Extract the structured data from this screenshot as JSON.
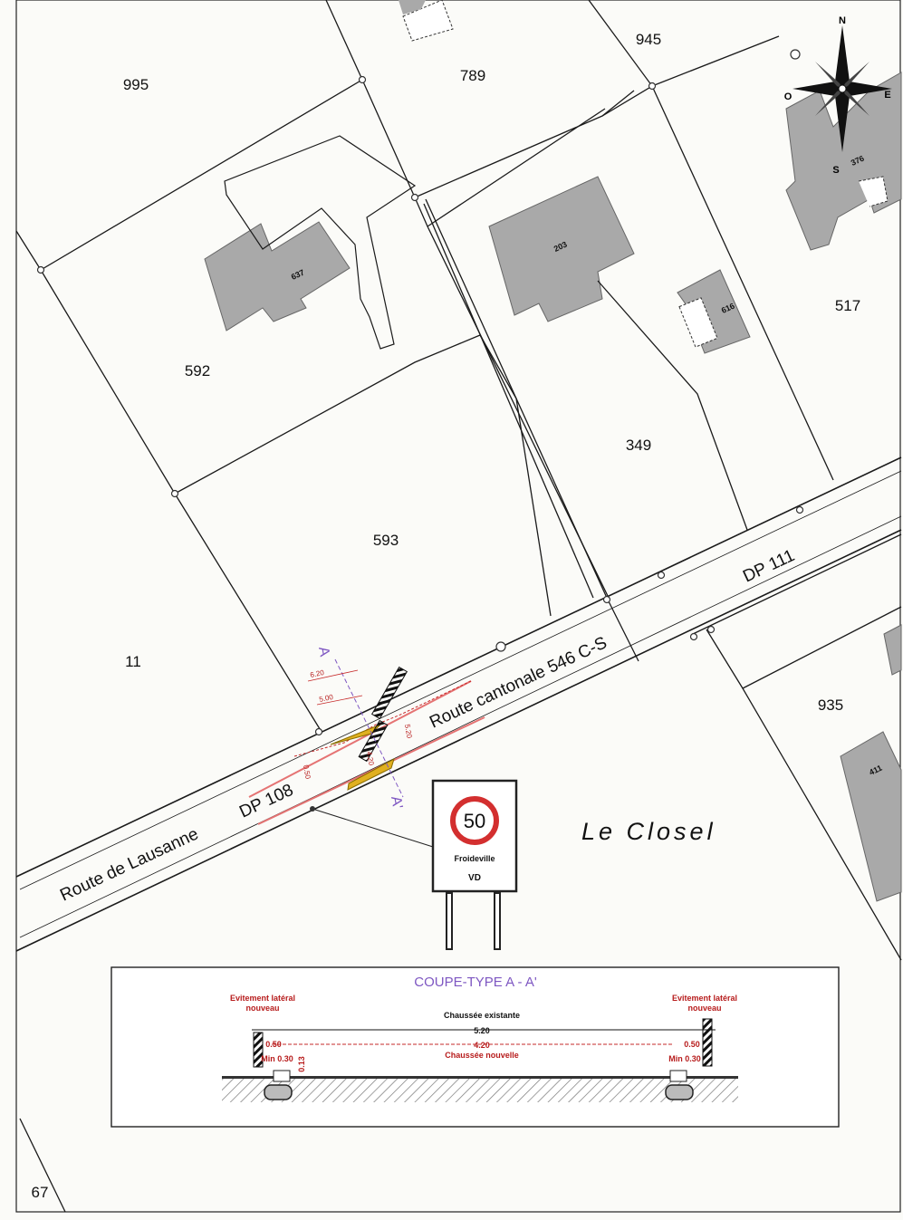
{
  "map": {
    "parcels": {
      "p995": "995",
      "p789": "789",
      "p945": "945",
      "p592": "592",
      "p517": "517",
      "p349": "349",
      "p593": "593",
      "p11": "11",
      "p935": "935",
      "p67": "67"
    },
    "buildings": {
      "b637": "637",
      "b203": "203",
      "b616": "616",
      "b376": "376",
      "b411": "411"
    },
    "roads": {
      "lausanne": "Route de Lausanne",
      "dp108": "DP 108",
      "cantonale": "Route cantonale 546 C-S",
      "dp111": "DP 111"
    },
    "locality": "Le Closel",
    "compass": {
      "n": "N",
      "s": "S",
      "e": "E",
      "o": "O"
    },
    "section_marks": {
      "a": "A",
      "a_prime": "A'"
    },
    "plan_dims": {
      "d620": "6.20",
      "d500": "5.00",
      "d420": "4.20",
      "d520": "5.20",
      "d050": "0.50"
    },
    "sign": {
      "speed": "50",
      "place": "Froideville",
      "canton": "VD"
    }
  },
  "section": {
    "title": "COUPE-TYPE  A - A'",
    "left_label_1": "Evitement latéral",
    "left_label_2": "nouveau",
    "right_label_1": "Evitement latéral",
    "right_label_2": "nouveau",
    "existing": "Chaussée existante",
    "existing_width": "5.20",
    "new": "Chaussée nouvelle",
    "new_width": "4.20",
    "offset_left": "0.50",
    "offset_right": "0.50",
    "min_left": "Min 0.30",
    "min_right": "Min 0.30",
    "kerb_h": "0.13"
  },
  "colors": {
    "building": "#a9a9a9",
    "line": "#1a1a1a",
    "red": "#c62828",
    "purple": "#7e57c2",
    "yellow": "#e0b020"
  }
}
